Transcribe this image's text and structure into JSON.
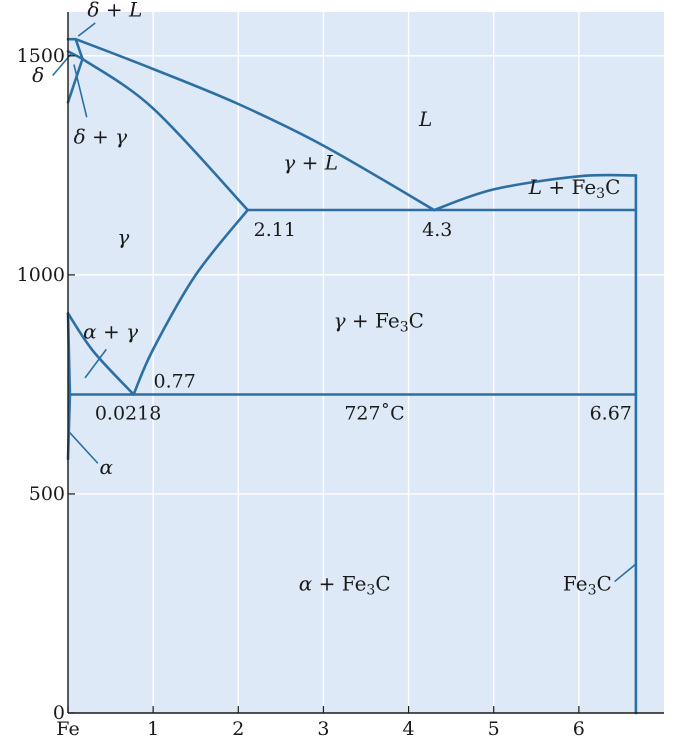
{
  "chart_data": {
    "type": "diagram",
    "xlim": [
      0,
      7
    ],
    "ylim": [
      0,
      1600
    ],
    "x_ticks": [
      {
        "value": 0,
        "label": "Fe"
      },
      {
        "value": 1,
        "label": "1"
      },
      {
        "value": 2,
        "label": "2"
      },
      {
        "value": 3,
        "label": "3"
      },
      {
        "value": 4,
        "label": "4"
      },
      {
        "value": 5,
        "label": "5"
      },
      {
        "value": 6,
        "label": "6"
      }
    ],
    "y_ticks": [
      {
        "value": 0,
        "label": "0"
      },
      {
        "value": 500,
        "label": "500"
      },
      {
        "value": 1000,
        "label": "1000"
      },
      {
        "value": 1500,
        "label": "1500"
      }
    ],
    "grid": true,
    "colors": {
      "background": "#dde9f6",
      "line": "#2c6fa3",
      "grid": "#ffffff",
      "text": "#1a1a1a"
    },
    "phase_boundaries": [
      {
        "name": "liquidus-gamma",
        "points": [
          [
            0.17,
            1493
          ],
          [
            1.0,
            1380
          ],
          [
            2.11,
            1148
          ]
        ]
      },
      {
        "name": "liquidus-main",
        "points": [
          [
            0.09,
            1538
          ],
          [
            1.0,
            1470
          ],
          [
            2.0,
            1390
          ],
          [
            3.0,
            1295
          ],
          [
            4.3,
            1148
          ]
        ]
      },
      {
        "name": "liquidus-fe3c",
        "points": [
          [
            4.3,
            1148
          ],
          [
            5.0,
            1195
          ],
          [
            6.0,
            1225
          ],
          [
            6.67,
            1227
          ]
        ]
      },
      {
        "name": "eutectic-line",
        "points": [
          [
            2.11,
            1148
          ],
          [
            6.67,
            1148
          ]
        ]
      },
      {
        "name": "acm-line",
        "points": [
          [
            0.77,
            727
          ],
          [
            1.0,
            830
          ],
          [
            1.5,
            1000
          ],
          [
            2.11,
            1148
          ]
        ]
      },
      {
        "name": "a3-line",
        "points": [
          [
            0.0,
            912
          ],
          [
            0.3,
            825
          ],
          [
            0.77,
            727
          ]
        ]
      },
      {
        "name": "eutectoid-line",
        "points": [
          [
            0.0218,
            727
          ],
          [
            6.67,
            727
          ]
        ]
      },
      {
        "name": "fe3c-vertical",
        "points": [
          [
            6.67,
            0
          ],
          [
            6.67,
            1227
          ]
        ]
      },
      {
        "name": "alpha-solvus",
        "points": [
          [
            0.0218,
            727
          ],
          [
            0.0,
            580
          ]
        ]
      },
      {
        "name": "alpha-gamma-left",
        "points": [
          [
            0.0,
            912
          ],
          [
            0.0218,
            727
          ]
        ]
      },
      {
        "name": "delta-loop-top",
        "points": [
          [
            0.0,
            1538
          ],
          [
            0.09,
            1538
          ]
        ]
      },
      {
        "name": "delta-loop-side",
        "points": [
          [
            0.09,
            1538
          ],
          [
            0.17,
            1493
          ]
        ]
      },
      {
        "name": "delta-gamma-left",
        "points": [
          [
            0.0,
            1394
          ],
          [
            0.17,
            1493
          ]
        ]
      },
      {
        "name": "delta-upper",
        "points": [
          [
            0.0,
            1510
          ],
          [
            0.17,
            1493
          ]
        ]
      }
    ],
    "points": [
      {
        "label": "2.11",
        "x": 2.11,
        "y": 1148
      },
      {
        "label": "4.3",
        "x": 4.3,
        "y": 1148
      },
      {
        "label": "0.77",
        "x": 0.77,
        "y": 727
      },
      {
        "label": "0.0218",
        "x": 0.0218,
        "y": 727
      },
      {
        "label": "727˚C",
        "x": 3.6,
        "y": 727
      },
      {
        "label": "6.67",
        "x": 6.67,
        "y": 727
      }
    ],
    "regions": [
      {
        "label": "L",
        "x": 4.2,
        "y": 1340
      },
      {
        "label": "γ + L",
        "x": 2.85,
        "y": 1240
      },
      {
        "label": "L + Fe₃C",
        "x": 5.95,
        "y": 1185
      },
      {
        "label": "γ",
        "x": 0.65,
        "y": 1070
      },
      {
        "label": "γ + Fe₃C",
        "x": 3.65,
        "y": 880
      },
      {
        "label": "α + γ",
        "x": 0.5,
        "y": 855
      },
      {
        "label": "α + Fe₃C",
        "x": 3.25,
        "y": 280
      },
      {
        "label": "Fe₃C",
        "x": 6.1,
        "y": 280
      },
      {
        "label": "δ + L",
        "x": 0.55,
        "y": 1590
      },
      {
        "label": "δ",
        "x": -0.35,
        "y": 1440
      },
      {
        "label": "δ + γ",
        "x": 0.38,
        "y": 1300
      },
      {
        "label": "α",
        "x": 0.45,
        "y": 545
      }
    ]
  }
}
